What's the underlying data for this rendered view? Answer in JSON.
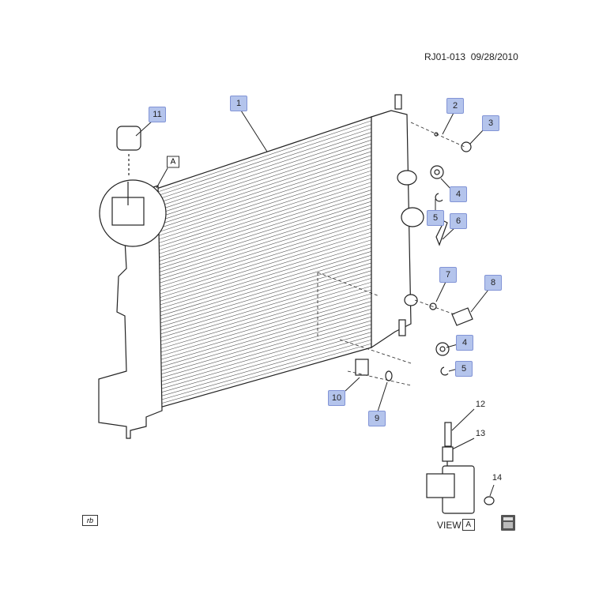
{
  "header": {
    "code": "RJ01-013",
    "date": "09/28/2010"
  },
  "callouts": {
    "c1": "1",
    "c2": "2",
    "c3": "3",
    "c4a": "4",
    "c5a": "5",
    "c6": "6",
    "c7": "7",
    "c8": "8",
    "c4b": "4",
    "c5b": "5",
    "c9": "9",
    "c10": "10",
    "c11": "11"
  },
  "view_callouts": {
    "c12": "12",
    "c13": "13",
    "c14": "14"
  },
  "detail_ref": "A",
  "view_label": {
    "text": "VIEW",
    "ref": "A"
  },
  "footer_tag": "rb",
  "colors": {
    "callout_fill": "#b4c4ec",
    "callout_border": "#8294d6",
    "line": "#222222"
  }
}
